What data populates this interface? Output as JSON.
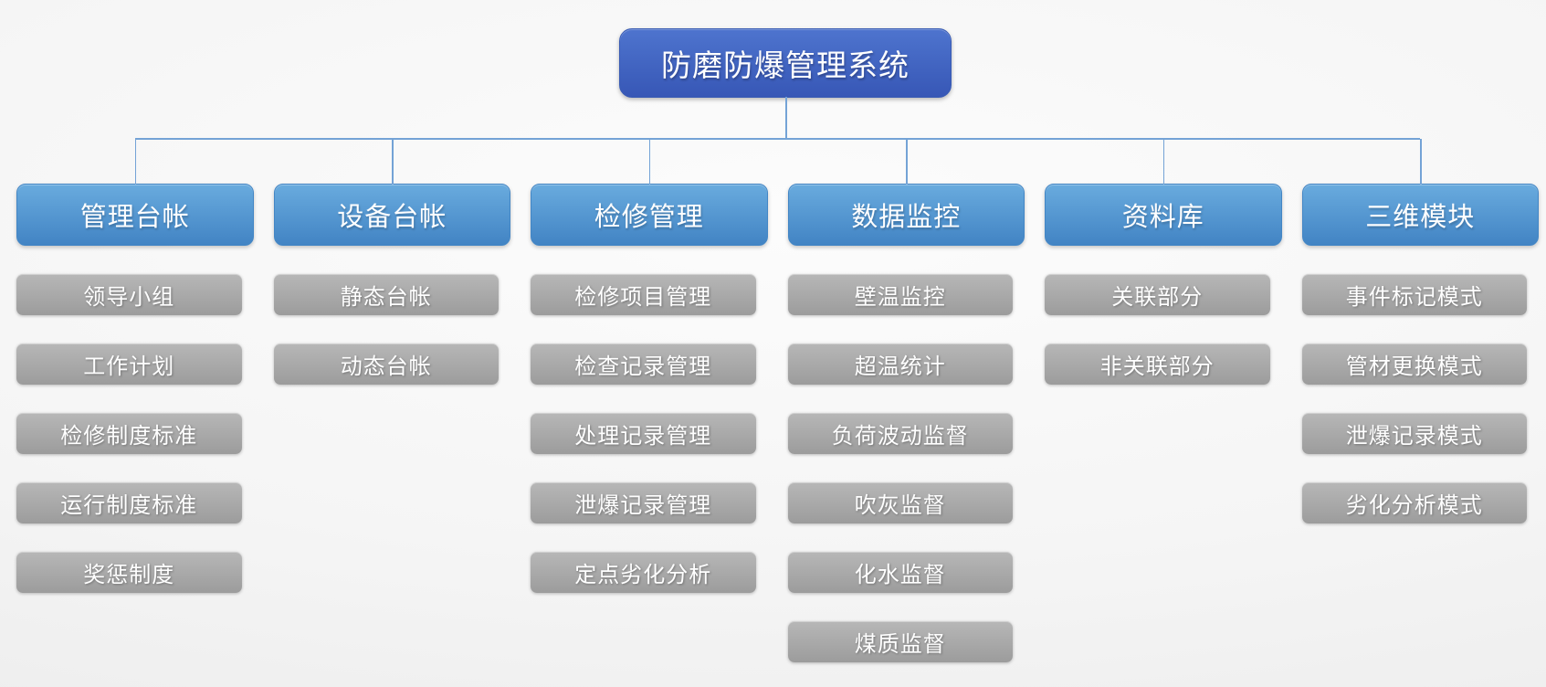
{
  "root": {
    "label": "防磨防爆管理系统"
  },
  "colors": {
    "root_top": "#4e74ce",
    "root_bottom": "#3757b6",
    "branch_top": "#69abde",
    "branch_bottom": "#4284c4",
    "item_top": "#b7b7b7",
    "item_bottom": "#9c9c9c",
    "connector": "#74a3d6",
    "text": "#ffffff"
  },
  "columns": [
    {
      "id": "management-ledger",
      "label": "管理台帐",
      "items": [
        "领导小组",
        "工作计划",
        "检修制度标准",
        "运行制度标准",
        "奖惩制度"
      ]
    },
    {
      "id": "equipment-ledger",
      "label": "设备台帐",
      "items": [
        "静态台帐",
        "动态台帐"
      ]
    },
    {
      "id": "overhaul-management",
      "label": "检修管理",
      "items": [
        "检修项目管理",
        "检查记录管理",
        "处理记录管理",
        "泄爆记录管理",
        "定点劣化分析"
      ]
    },
    {
      "id": "data-monitoring",
      "label": "数据监控",
      "items": [
        "壁温监控",
        "超温统计",
        "负荷波动监督",
        "吹灰监督",
        "化水监督",
        "煤质监督"
      ]
    },
    {
      "id": "data-library",
      "label": "资料库",
      "items": [
        "关联部分",
        "非关联部分"
      ]
    },
    {
      "id": "three-d-module",
      "label": "三维模块",
      "items": [
        "事件标记模式",
        "管材更换模式",
        "泄爆记录模式",
        "劣化分析模式"
      ]
    }
  ]
}
